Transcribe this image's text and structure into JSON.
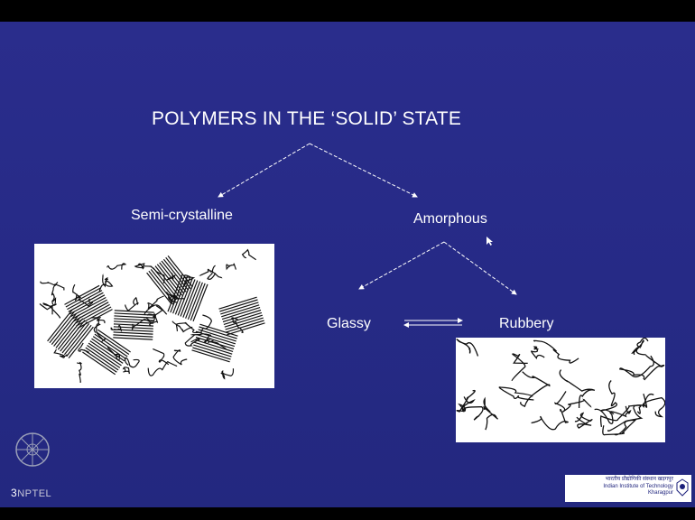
{
  "title": "POLYMERS IN THE ‘SOLID’ STATE",
  "nodes": {
    "semi": "Semi-crystalline",
    "amorphous": "Amorphous",
    "glassy": "Glassy",
    "rubbery": "Rubbery"
  },
  "footer": {
    "slide_number": "3",
    "nptel": "NPTEL",
    "institute_hindi": "भारतीय प्रौद्योगिकी संस्थान खड़गपुर",
    "institute": "Indian Institute of Technology",
    "city": "Kharagpur"
  },
  "colors": {
    "background": "#262a86",
    "text": "#ffffff",
    "arrow": "#ffffff"
  }
}
